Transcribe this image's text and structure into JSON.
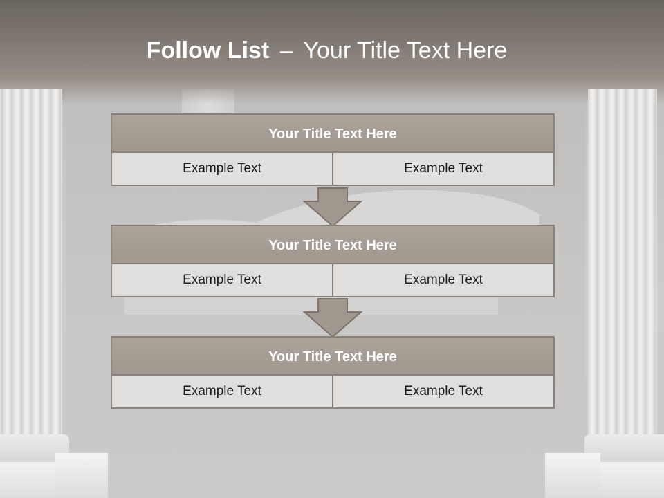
{
  "title": {
    "bold": "Follow List",
    "dash": "–",
    "rest": "Your Title Text Here"
  },
  "blocks": [
    {
      "title": "Your Title Text Here",
      "cells": [
        "Example Text",
        "Example Text"
      ]
    },
    {
      "title": "Your Title Text Here",
      "cells": [
        "Example Text",
        "Example Text"
      ]
    },
    {
      "title": "Your Title Text Here",
      "cells": [
        "Example Text",
        "Example Text"
      ]
    }
  ],
  "colors": {
    "header_band": "#7d7670",
    "block_header": "#a69d95",
    "cell_fill": "#e0dfdd",
    "arrow_fill": "#a0978f"
  }
}
